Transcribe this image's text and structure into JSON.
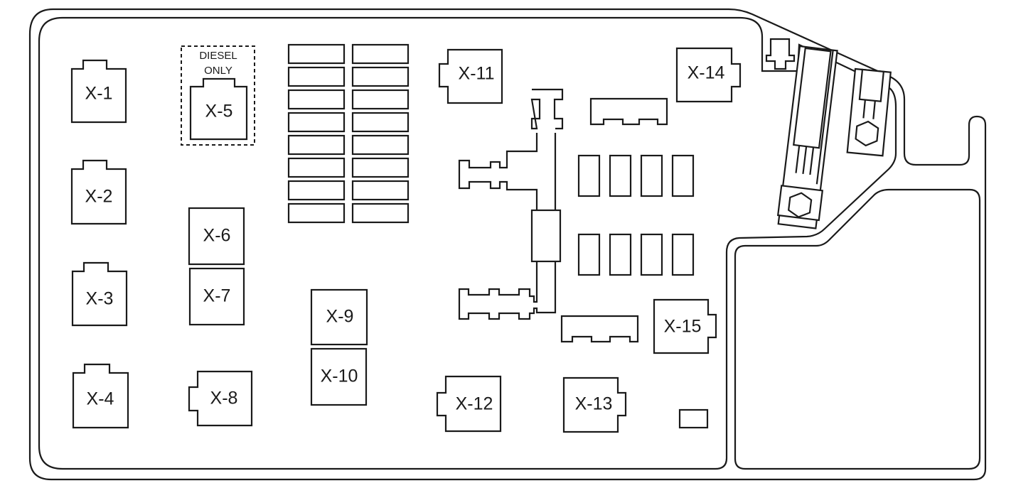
{
  "diagram": {
    "connectors": {
      "x1": "X-1",
      "x2": "X-2",
      "x3": "X-3",
      "x4": "X-4",
      "x5": "X-5",
      "x6": "X-6",
      "x7": "X-7",
      "x8": "X-8",
      "x9": "X-9",
      "x10": "X-10",
      "x11": "X-11",
      "x12": "X-12",
      "x13": "X-13",
      "x14": "X-14",
      "x15": "X-15"
    },
    "diesel_note": {
      "line1": "DIESEL",
      "line2": "ONLY"
    },
    "line_color": "#1a1a1a"
  }
}
